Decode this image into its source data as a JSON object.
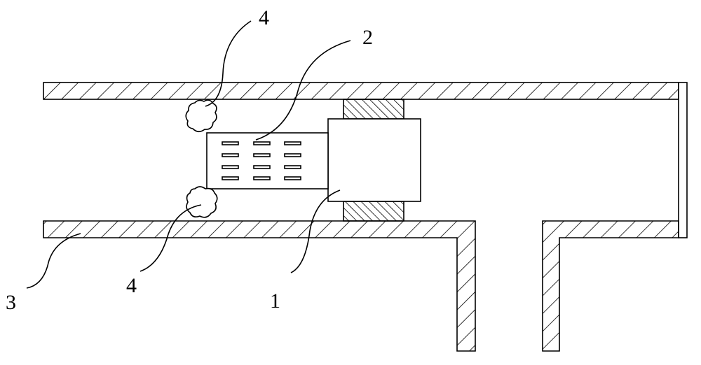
{
  "figure": {
    "labels": {
      "housing": "3",
      "component_1": "1",
      "component_2": "2",
      "deposit_top": "4",
      "deposit_bottom": "4"
    },
    "colors": {
      "stroke": "#000000",
      "background": "#ffffff"
    }
  }
}
